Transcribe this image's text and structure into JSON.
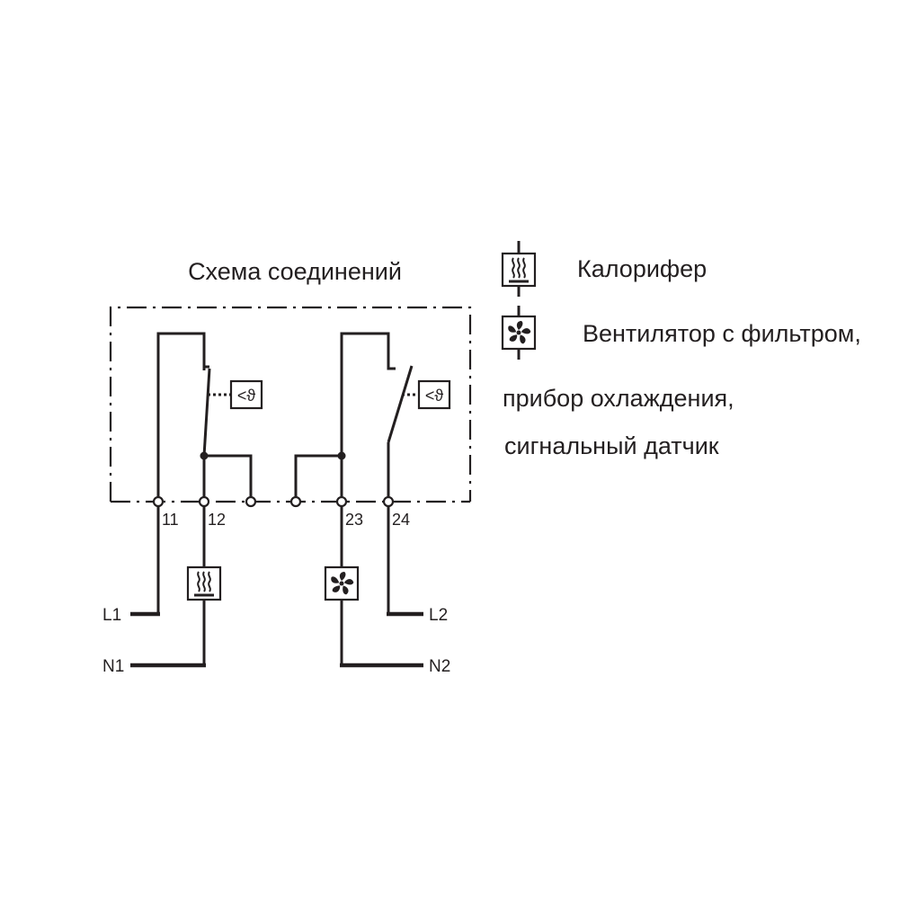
{
  "title": "Схема соединений",
  "legend": {
    "heater_label": "Калорифер",
    "fan_lines": [
      "Вентилятор с фильтром,",
      "прибор охлаждения,",
      "сигнальный датчик"
    ]
  },
  "terminals": {
    "t11": "11",
    "t12": "12",
    "t23": "23",
    "t24": "24"
  },
  "wires": {
    "l1": "L1",
    "n1": "N1",
    "l2": "L2",
    "n2": "N2"
  },
  "thermostat_symbol": "<ϑ",
  "icons": {
    "heater": "heater-icon",
    "fan": "fan-icon"
  },
  "colors": {
    "line": "#231f20",
    "background": "#ffffff"
  }
}
